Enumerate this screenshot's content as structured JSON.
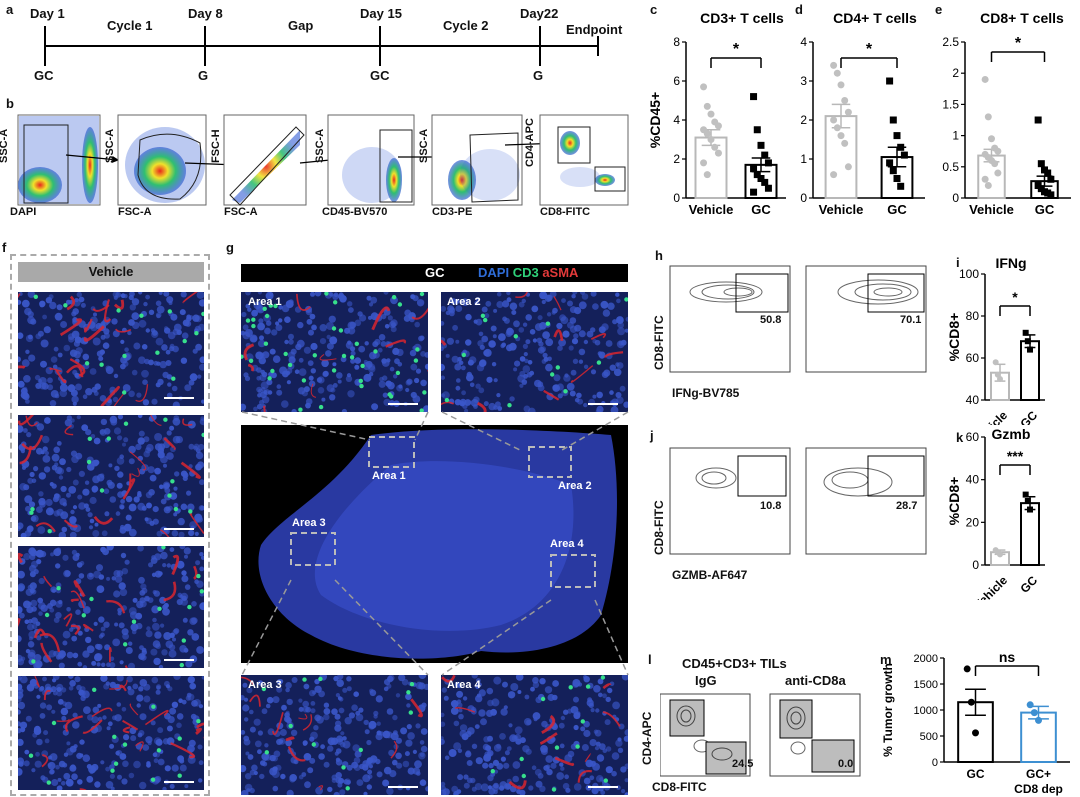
{
  "panels": {
    "a": "a",
    "b": "b",
    "c": "c",
    "d": "d",
    "e": "e",
    "f": "f",
    "g": "g",
    "h": "h",
    "i": "i",
    "j": "j",
    "k": "k",
    "l": "l",
    "m": "m"
  },
  "timeline": {
    "points": [
      "Day 1",
      "Day 8",
      "Day 15",
      "Day22"
    ],
    "cycles": [
      "Cycle 1",
      "Gap",
      "Cycle 2"
    ],
    "endpoint": "Endpoint",
    "treatments": [
      "GC",
      "G",
      "GC",
      "G"
    ]
  },
  "gating": {
    "plots": [
      {
        "y": "SSC-A",
        "x": "DAPI"
      },
      {
        "y": "SSC-A",
        "x": "FSC-A"
      },
      {
        "y": "FSC-H",
        "x": "FSC-A"
      },
      {
        "y": "SSC-A",
        "x": "CD45-BV570"
      },
      {
        "y": "SSC-A",
        "x": "CD3-PE"
      },
      {
        "y": "CD4-APC",
        "x": "CD8-FITC"
      }
    ]
  },
  "chart_data": [
    {
      "type": "bar",
      "panel": "c",
      "title": "CD3+ T cells",
      "categories": [
        "Vehicle",
        "GC"
      ],
      "values": [
        3.1,
        1.7
      ],
      "errors": [
        0.4,
        0.35
      ],
      "ylabel": "%CD45+",
      "ylim": [
        0,
        8
      ],
      "yticks": [
        0,
        2,
        4,
        6,
        8
      ],
      "significance": "*",
      "points": [
        [
          5.7,
          4.7,
          4.3,
          3.9,
          3.7,
          3.5,
          3.3,
          3.0,
          2.6,
          2.3,
          1.8,
          1.2
        ],
        [
          5.2,
          3.5,
          2.7,
          2.2,
          1.8,
          1.5,
          1.2,
          1.0,
          0.8,
          0.5,
          0.3
        ]
      ]
    },
    {
      "type": "bar",
      "panel": "d",
      "title": "CD4+ T cells",
      "categories": [
        "Vehicle",
        "GC"
      ],
      "values": [
        2.1,
        1.05
      ],
      "errors": [
        0.3,
        0.25
      ],
      "ylabel": "",
      "ylim": [
        0,
        4
      ],
      "yticks": [
        0,
        1,
        2,
        3,
        4
      ],
      "significance": "*",
      "points": [
        [
          3.4,
          3.2,
          2.9,
          2.5,
          2.2,
          2.0,
          1.8,
          1.6,
          1.4,
          0.8,
          0.6
        ],
        [
          3.0,
          2.0,
          1.6,
          1.3,
          1.1,
          0.9,
          0.7,
          0.5,
          0.3
        ]
      ]
    },
    {
      "type": "bar",
      "panel": "e",
      "title": "CD8+ T cells",
      "categories": [
        "Vehicle",
        "GC"
      ],
      "values": [
        0.68,
        0.27
      ],
      "errors": [
        0.1,
        0.08
      ],
      "ylabel": "",
      "ylim": [
        0,
        2.5
      ],
      "yticks": [
        0,
        0.5,
        1,
        1.5,
        2,
        2.5
      ],
      "significance": "*",
      "points": [
        [
          1.9,
          1.3,
          0.95,
          0.8,
          0.75,
          0.7,
          0.65,
          0.6,
          0.55,
          0.4,
          0.3,
          0.2
        ],
        [
          1.25,
          0.55,
          0.45,
          0.4,
          0.3,
          0.2,
          0.15,
          0.1,
          0.08,
          0.05
        ]
      ]
    },
    {
      "type": "bar",
      "panel": "i",
      "title": "IFNg",
      "categories": [
        "Vehicle",
        "GC"
      ],
      "values": [
        53,
        68
      ],
      "errors": [
        4,
        3
      ],
      "ylabel": "%CD8+",
      "ylim": [
        40,
        100
      ],
      "yticks": [
        40,
        60,
        80,
        100
      ],
      "significance": "*",
      "points": [
        [
          58,
          52,
          50
        ],
        [
          72,
          68,
          64
        ]
      ]
    },
    {
      "type": "bar",
      "panel": "k",
      "title": "Gzmb",
      "categories": [
        "Vehicle",
        "GC"
      ],
      "values": [
        6,
        29
      ],
      "errors": [
        1,
        3
      ],
      "ylabel": "%CD8+",
      "ylim": [
        0,
        60
      ],
      "yticks": [
        0,
        20,
        40,
        60
      ],
      "significance": "***",
      "points": [
        [
          7,
          6,
          5
        ],
        [
          33,
          30,
          26
        ]
      ]
    },
    {
      "type": "bar",
      "panel": "m",
      "title": "",
      "categories": [
        "GC",
        "GC+ CD8 dep"
      ],
      "values": [
        1150,
        950
      ],
      "errors": [
        250,
        120
      ],
      "ylabel": "% Tumor growth",
      "ylim": [
        0,
        2000
      ],
      "yticks": [
        0,
        500,
        1000,
        1500,
        2000
      ],
      "significance": "ns",
      "points": [
        [
          1790,
          1150,
          560
        ],
        [
          1100,
          950,
          800
        ]
      ],
      "colors": [
        "#000000",
        "#3d8fd1"
      ]
    }
  ],
  "micro": {
    "f_title": "Vehicle",
    "g_title": "GC",
    "g_channels": [
      {
        "name": "DAPI",
        "color": "#2f6dd8"
      },
      {
        "name": "CD3",
        "color": "#2fd27a"
      },
      {
        "name": "aSMA",
        "color": "#e23a3a"
      }
    ],
    "areas": [
      "Area 1",
      "Area 2",
      "Area 3",
      "Area 4"
    ]
  },
  "flow": {
    "h_values": [
      "50.8",
      "70.1"
    ],
    "h_y": "CD8-FITC",
    "h_x": "IFNg-BV785",
    "j_values": [
      "10.8",
      "28.7"
    ],
    "j_y": "CD8-FITC",
    "j_x": "GZMB-AF647",
    "l_title": "CD45+CD3+ TILs",
    "l_groups": [
      "IgG",
      "anti-CD8a"
    ],
    "l_values": [
      "24.5",
      "0.0"
    ],
    "l_y": "CD4-APC",
    "l_x": "CD8-FITC"
  }
}
